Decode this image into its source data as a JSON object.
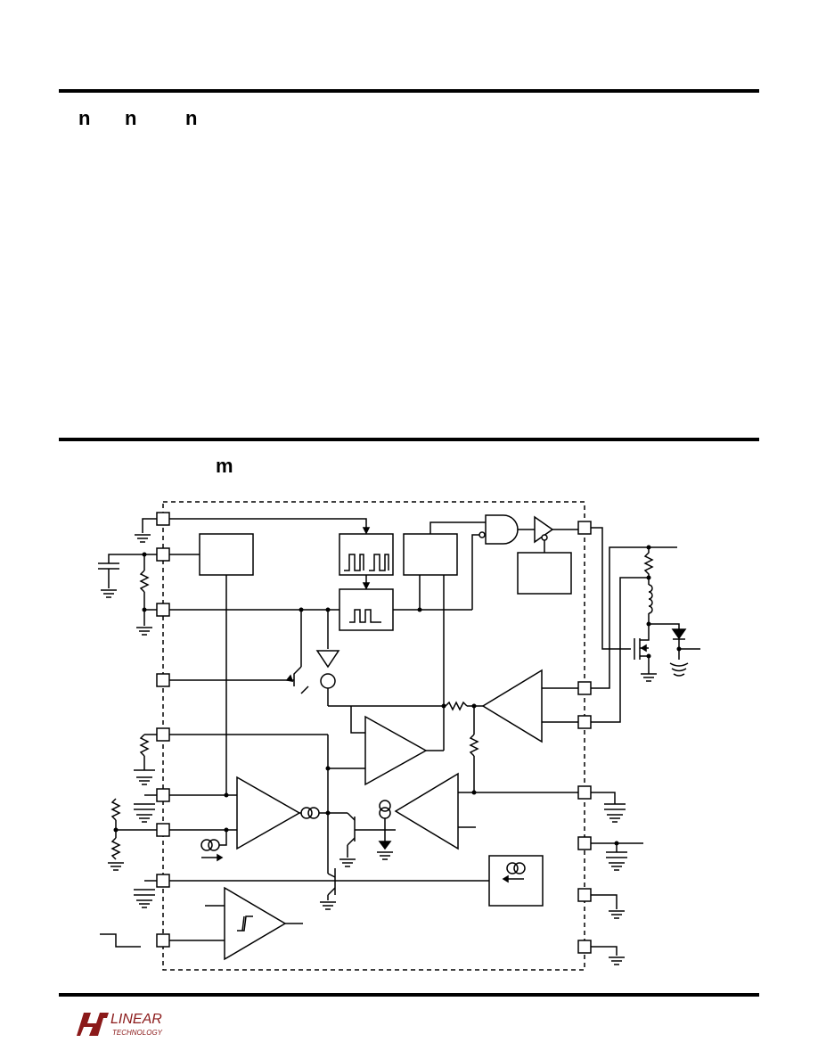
{
  "section1": {
    "glyphs": [
      "n",
      "n",
      "n"
    ]
  },
  "section2": {
    "glyphs": [
      "m"
    ]
  },
  "logo": {
    "line1": "LINEAR",
    "line2": "TECHNOLOGY"
  },
  "colors": {
    "logo": "#8b1a1a",
    "ink": "#000000"
  },
  "icons": [
    "ground-icon",
    "capacitor-icon",
    "resistor-icon",
    "inductor-icon",
    "diode-icon",
    "transistor-icon",
    "mosfet-icon",
    "current-source-icon",
    "comparator-icon",
    "and-gate-icon",
    "oscillator-icon",
    "one-shot-icon",
    "schmitt-trigger-icon"
  ]
}
